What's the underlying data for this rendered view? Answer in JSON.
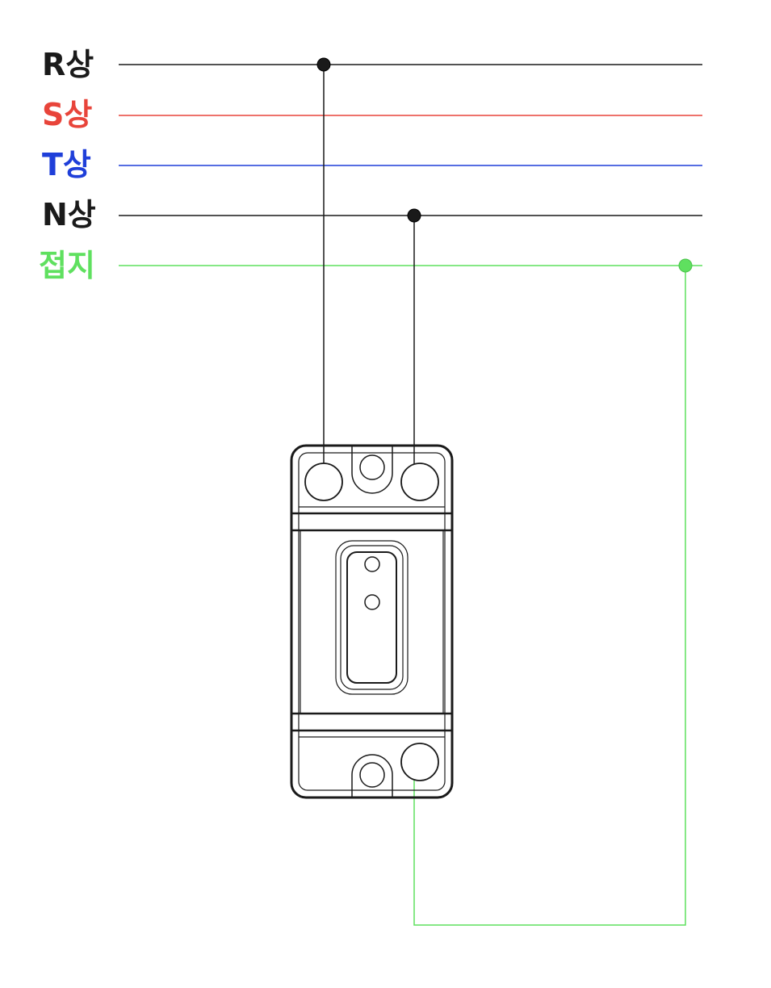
{
  "phases": [
    {
      "id": "r",
      "label": "R상",
      "color": "#1a1a1a"
    },
    {
      "id": "s",
      "label": "S상",
      "color": "#e8443a"
    },
    {
      "id": "t",
      "label": "T상",
      "color": "#1f3fd9"
    },
    {
      "id": "n",
      "label": "N상",
      "color": "#1a1a1a"
    },
    {
      "id": "ground",
      "label": "접지",
      "color": "#5fe05f"
    }
  ],
  "device": {
    "type": "outlet",
    "stroke_color": "#1a1a1a",
    "terminals": [
      "left-top",
      "right-top",
      "right-bottom"
    ]
  }
}
